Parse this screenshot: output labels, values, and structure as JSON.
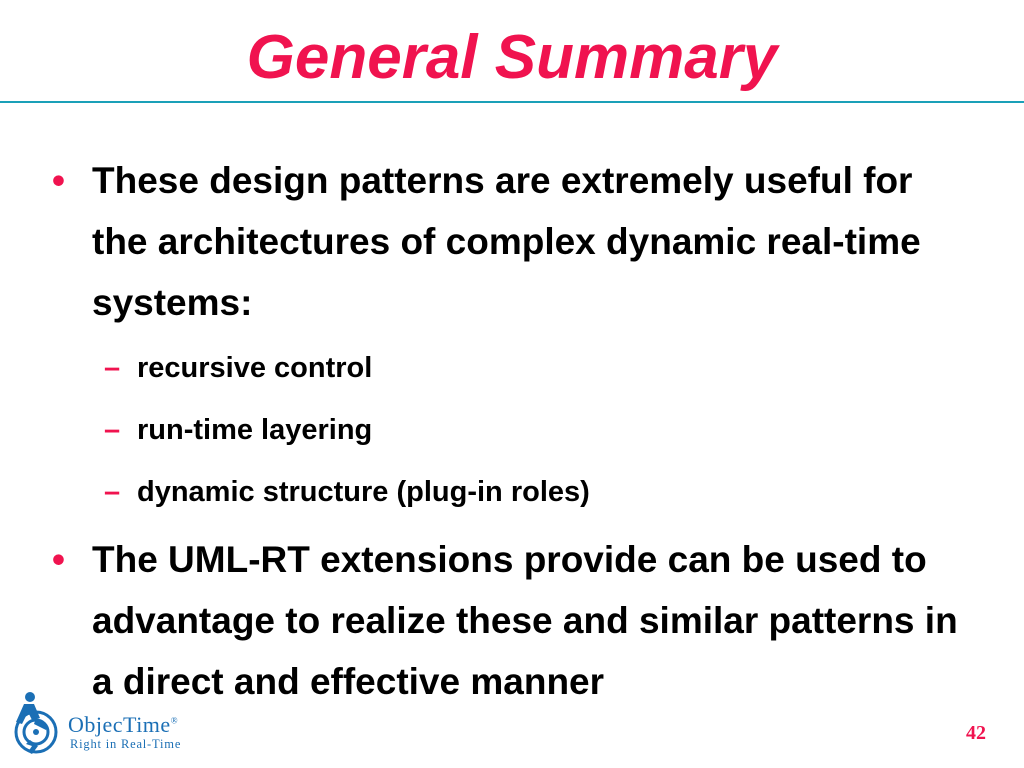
{
  "slide": {
    "title": "General Summary",
    "bullets": [
      {
        "marker": "•",
        "text": "These design patterns are extremely useful for the architectures of complex dynamic real-time systems:",
        "subitems": [
          {
            "marker": "–",
            "text": "recursive control"
          },
          {
            "marker": "–",
            "text": "run-time layering"
          },
          {
            "marker": "–",
            "text": "dynamic structure (plug-in roles)"
          }
        ]
      },
      {
        "marker": "•",
        "text": "The UML-RT extensions provide can be used to advantage to realize these and similar patterns in a direct and effective manner"
      }
    ],
    "page_number": "42"
  },
  "logo": {
    "name": "ObjecTime",
    "registered": "®",
    "tagline": "Right in Real-Time",
    "icon": "objectime-runner-icon"
  },
  "colors": {
    "title": "#f0134f",
    "rule": "#1aa0b8",
    "marker": "#f0134f",
    "logo": "#1b6fb5"
  }
}
